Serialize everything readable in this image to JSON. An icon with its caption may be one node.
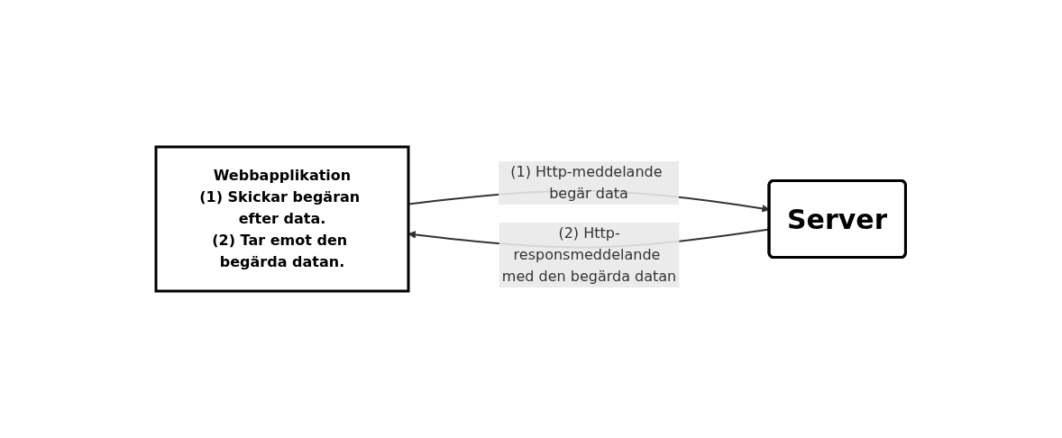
{
  "diagram": {
    "nodes": [
      {
        "text": [
          "Webbapplikation",
          "(1) Skickar begäran efter data.",
          "(2) Tar emot den begärda datan."
        ]
      },
      {
        "text": [
          "Server"
        ]
      }
    ],
    "edges": [
      {
        "from": 0,
        "to": 1,
        "arrow": "to",
        "label": "(1) Http-meddelande begär data"
      },
      {
        "from": 1,
        "to": 0,
        "arrow": "to",
        "label": "(2) Http-responsmeddelande med den begärda datan"
      }
    ]
  }
}
